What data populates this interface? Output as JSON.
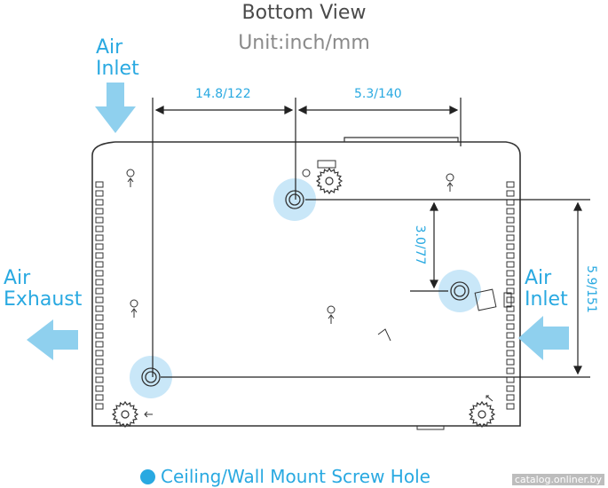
{
  "title": "Bottom View",
  "unit": "Unit:inch/mm",
  "labels": {
    "air_inlet_left": [
      "Air",
      "Inlet"
    ],
    "air_exhaust": [
      "Air",
      "Exhaust"
    ],
    "air_inlet_right": [
      "Air",
      "Inlet"
    ]
  },
  "dimensions": {
    "d1": "14.8/122",
    "d2": "5.3/140",
    "d3": "3.0/77",
    "d4": "5.9/151"
  },
  "legend": "Ceiling/Wall Mount Screw Hole",
  "watermark": "catalog.onliner.by",
  "colors": {
    "accent": "#29a9e1",
    "hole_fill": "#bfe3f7",
    "outline": "#333333"
  }
}
